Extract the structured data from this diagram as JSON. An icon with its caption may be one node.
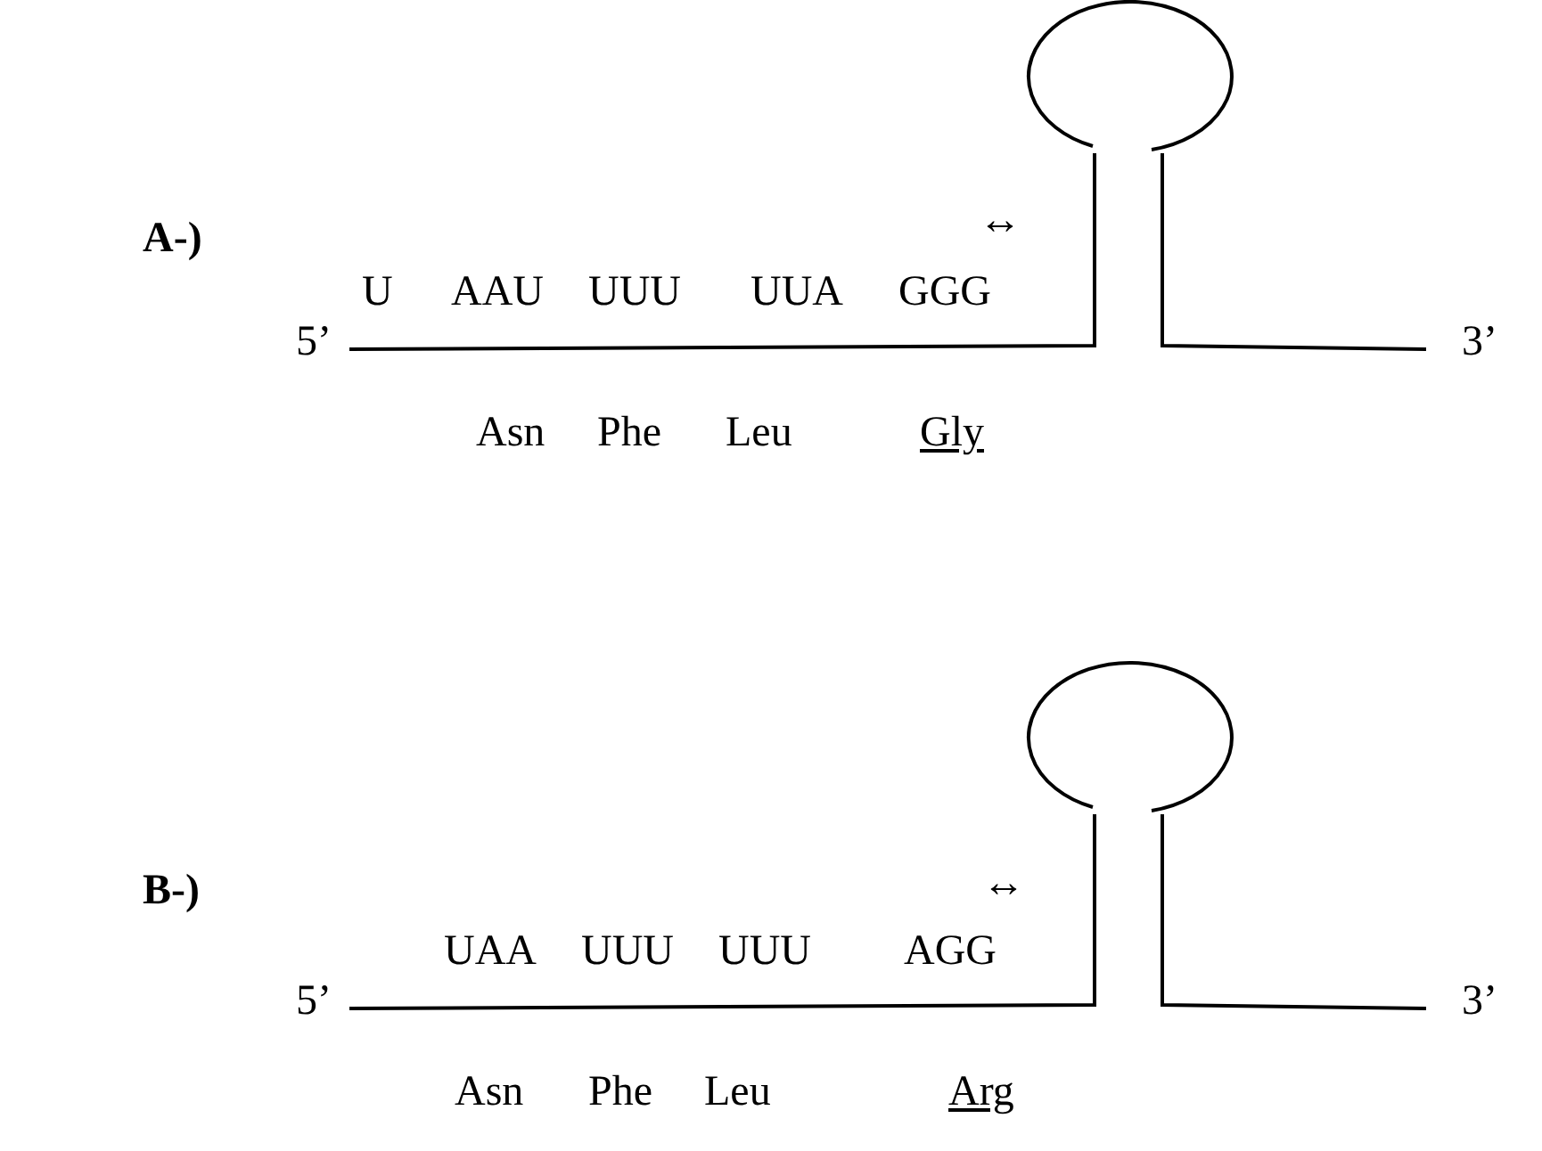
{
  "diagram": {
    "labels": [
      "A-)",
      "↔",
      "U",
      "AAU",
      "UUU",
      "UUA",
      "GGG",
      "5’",
      "3’",
      "Asn",
      "Phe",
      "Leu",
      "Gly",
      "B-)",
      "↔",
      "UAA",
      "UUU",
      "UUU",
      "AGG",
      "5’",
      "3’",
      "Asn",
      "Phe",
      "Leu",
      "Arg"
    ]
  }
}
